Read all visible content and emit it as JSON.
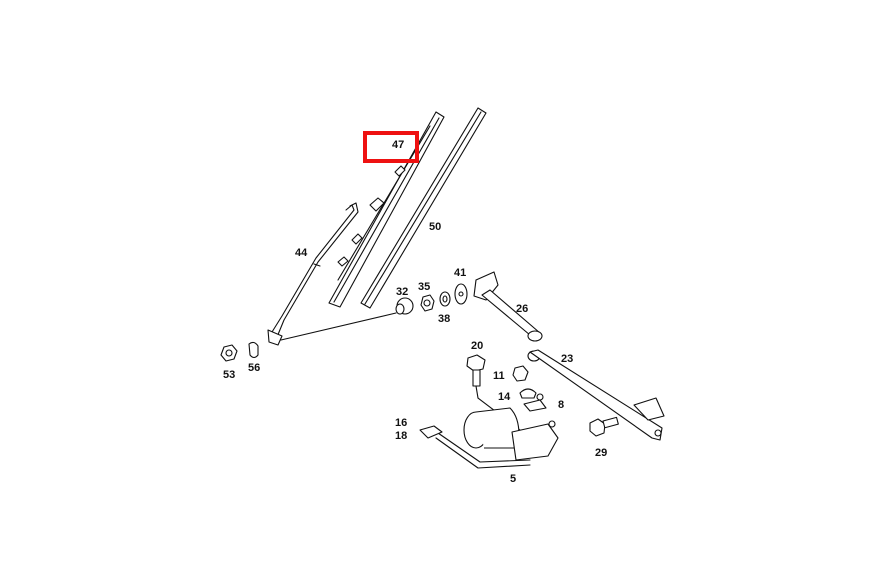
{
  "diagram": {
    "type": "exploded-parts-diagram",
    "subject": "windshield wiper assembly",
    "highlighted_part": "47",
    "highlight_color": "#ee1111",
    "parts": [
      {
        "id": "p47",
        "label": "47",
        "name": "wiper blade"
      },
      {
        "id": "p50",
        "label": "50",
        "name": "wiper rubber insert"
      },
      {
        "id": "p44",
        "label": "44",
        "name": "wiper arm"
      },
      {
        "id": "p53",
        "label": "53",
        "name": "nut"
      },
      {
        "id": "p56",
        "label": "56",
        "name": "cap"
      },
      {
        "id": "p32",
        "label": "32",
        "name": "bushing"
      },
      {
        "id": "p35",
        "label": "35",
        "name": "nut"
      },
      {
        "id": "p38",
        "label": "38",
        "name": "washer"
      },
      {
        "id": "p41",
        "label": "41",
        "name": "washer"
      },
      {
        "id": "p26",
        "label": "26",
        "name": "linkage rod"
      },
      {
        "id": "p23",
        "label": "23",
        "name": "linkage rod"
      },
      {
        "id": "p20",
        "label": "20",
        "name": "bolt"
      },
      {
        "id": "p11",
        "label": "11",
        "name": "nut"
      },
      {
        "id": "p14",
        "label": "14",
        "name": "bracket"
      },
      {
        "id": "p8",
        "label": "8",
        "name": "clip"
      },
      {
        "id": "p16",
        "label": "16",
        "name": "connector"
      },
      {
        "id": "p18",
        "label": "18",
        "name": "connector"
      },
      {
        "id": "p5",
        "label": "5",
        "name": "wiper motor"
      },
      {
        "id": "p29",
        "label": "29",
        "name": "bolt"
      }
    ]
  }
}
